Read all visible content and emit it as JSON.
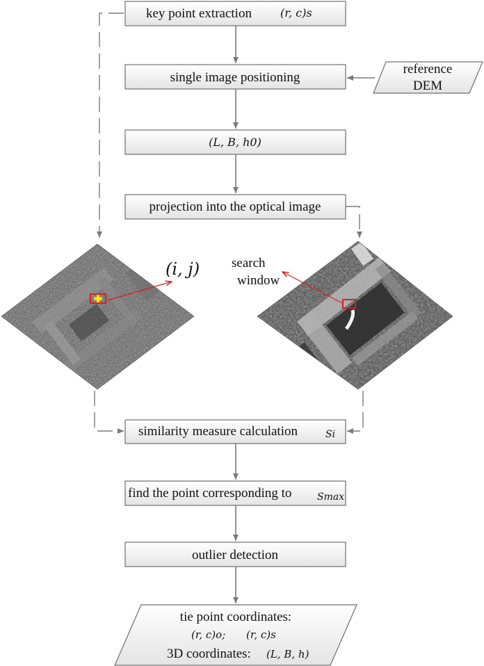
{
  "colors": {
    "box_fill_top": "#ffffff",
    "box_fill_bottom": "#e6e6e6",
    "box_stroke": "#6e6e6e",
    "arrow": "#7a7a7a",
    "red": "#d62020",
    "marker_yellow": "#ffe600"
  },
  "steps": {
    "keypoint": {
      "label": "key point extraction",
      "math": "(r, c)s"
    },
    "positioning": {
      "label": "single image positioning"
    },
    "lbh": {
      "math": "(L, B, h0)"
    },
    "projection": {
      "label": "projection into the optical image"
    },
    "similarity": {
      "label": "similarity measure calculation",
      "math": "Si"
    },
    "findpoint": {
      "label": "find the point corresponding to",
      "math": "Smax"
    },
    "outlier": {
      "label": "outlier detection"
    }
  },
  "reference": {
    "line1": "reference",
    "line2": "DEM"
  },
  "left_image": {
    "label": "(i, j)"
  },
  "right_image": {
    "label_line1": "search",
    "label_line2": "window"
  },
  "output": {
    "line1": "tie point coordinates:",
    "math_o": "(r, c)o;",
    "math_s": "(r, c)s",
    "line3_text": "3D coordinates:",
    "line3_math": "(L, B, h)"
  }
}
